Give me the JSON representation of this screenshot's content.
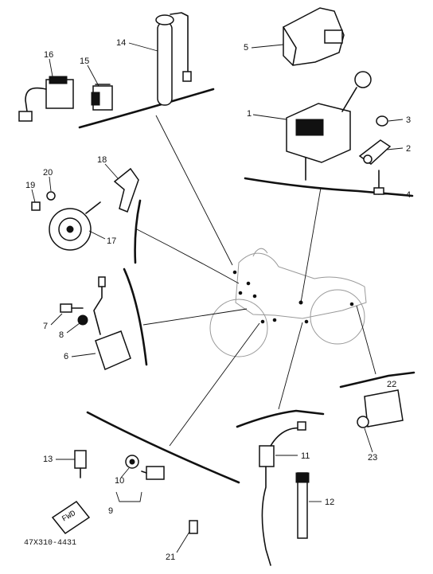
{
  "diagram": {
    "catalog_code": "47X310-4431",
    "arrow_text": "FWD",
    "parts": [
      {
        "id": "1",
        "label": "1"
      },
      {
        "id": "2",
        "label": "2"
      },
      {
        "id": "3",
        "label": "3"
      },
      {
        "id": "4",
        "label": "4"
      },
      {
        "id": "5",
        "label": "5"
      },
      {
        "id": "6",
        "label": "6"
      },
      {
        "id": "7",
        "label": "7"
      },
      {
        "id": "8",
        "label": "8"
      },
      {
        "id": "9",
        "label": "9"
      },
      {
        "id": "10",
        "label": "10"
      },
      {
        "id": "11",
        "label": "11"
      },
      {
        "id": "12",
        "label": "12"
      },
      {
        "id": "13",
        "label": "13"
      },
      {
        "id": "14",
        "label": "14"
      },
      {
        "id": "15",
        "label": "15"
      },
      {
        "id": "16",
        "label": "16"
      },
      {
        "id": "17",
        "label": "17"
      },
      {
        "id": "18",
        "label": "18"
      },
      {
        "id": "19",
        "label": "19"
      },
      {
        "id": "20",
        "label": "20"
      },
      {
        "id": "21",
        "label": "21"
      },
      {
        "id": "22",
        "label": "22"
      },
      {
        "id": "23",
        "label": "23"
      }
    ]
  }
}
